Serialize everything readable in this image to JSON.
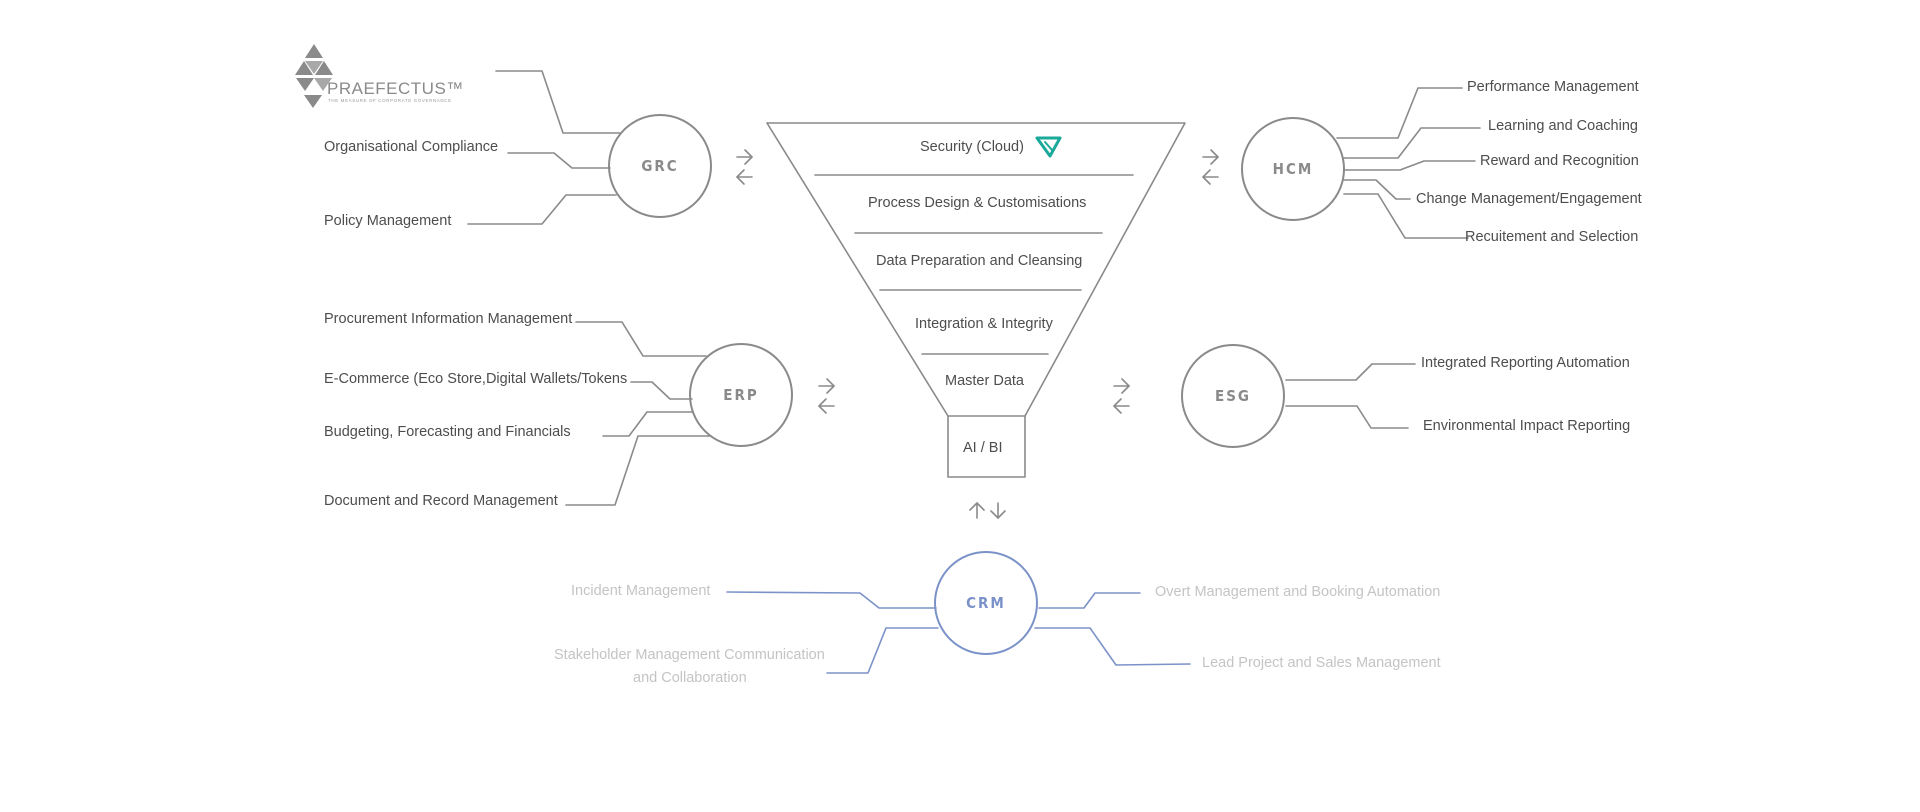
{
  "logo": {
    "name": "PRAEFECTUS™",
    "tagline": "THE MEASURE OF CORPORATE GOVERNANCE"
  },
  "colors": {
    "line": "#8a8a8a",
    "text": "#4d4d4d",
    "crm": "#7b92c9",
    "faint_text": "#c4c4c4",
    "accent": "#1aa99a"
  },
  "funnel": {
    "layers": [
      "Security (Cloud)",
      "Process Design & Customisations",
      "Data Preparation and Cleansing",
      "Integration & Integrity",
      "Master Data"
    ],
    "base": "AI / BI",
    "accent_icon": "teal-triangle-logo-icon"
  },
  "nodes": {
    "grc": {
      "label": "GRC",
      "items": [
        "Organisational Compliance",
        "Policy Management"
      ]
    },
    "hcm": {
      "label": "HCM",
      "items": [
        "Performance Management",
        "Learning and Coaching",
        "Reward and Recognition",
        "Change Management/Engagement",
        "Recuitement and Selection"
      ]
    },
    "erp": {
      "label": "ERP",
      "items": [
        "Procurement Information Management",
        "E-Commerce (Eco Store,Digital Wallets/Tokens",
        "Budgeting, Forecasting and Financials",
        "Document and Record Management"
      ]
    },
    "esg": {
      "label": "ESG",
      "items": [
        "Integrated Reporting Automation",
        "Environmental Impact Reporting"
      ]
    },
    "crm": {
      "label": "CRM",
      "items": [
        "Incident Management",
        "Stakeholder Management Communication",
        "and Collaboration",
        "Overt Management and Booking Automation",
        "Lead Project and Sales Management"
      ]
    }
  }
}
